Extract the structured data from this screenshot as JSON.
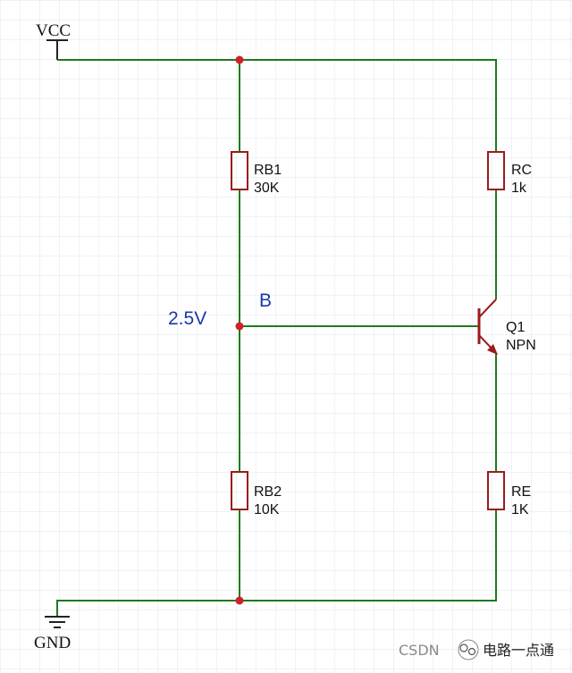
{
  "power": {
    "vcc": "VCC",
    "gnd": "GND"
  },
  "nodes": {
    "base_name": "B",
    "base_voltage": "2.5V"
  },
  "components": {
    "rb1": {
      "name": "RB1",
      "value": "30K"
    },
    "rb2": {
      "name": "RB2",
      "value": "10K"
    },
    "rc": {
      "name": "RC",
      "value": "1k"
    },
    "re": {
      "name": "RE",
      "value": "1K"
    },
    "q1": {
      "name": "Q1",
      "value": "NPN"
    }
  },
  "watermark": {
    "left": "CSDN",
    "right": "电路一点通"
  },
  "colors": {
    "wire": "#1e7a1e",
    "component": "#9b1c1c",
    "junction": "#d21f2a",
    "grid": "#e3e6ee",
    "node_label": "#1a3aa8"
  }
}
